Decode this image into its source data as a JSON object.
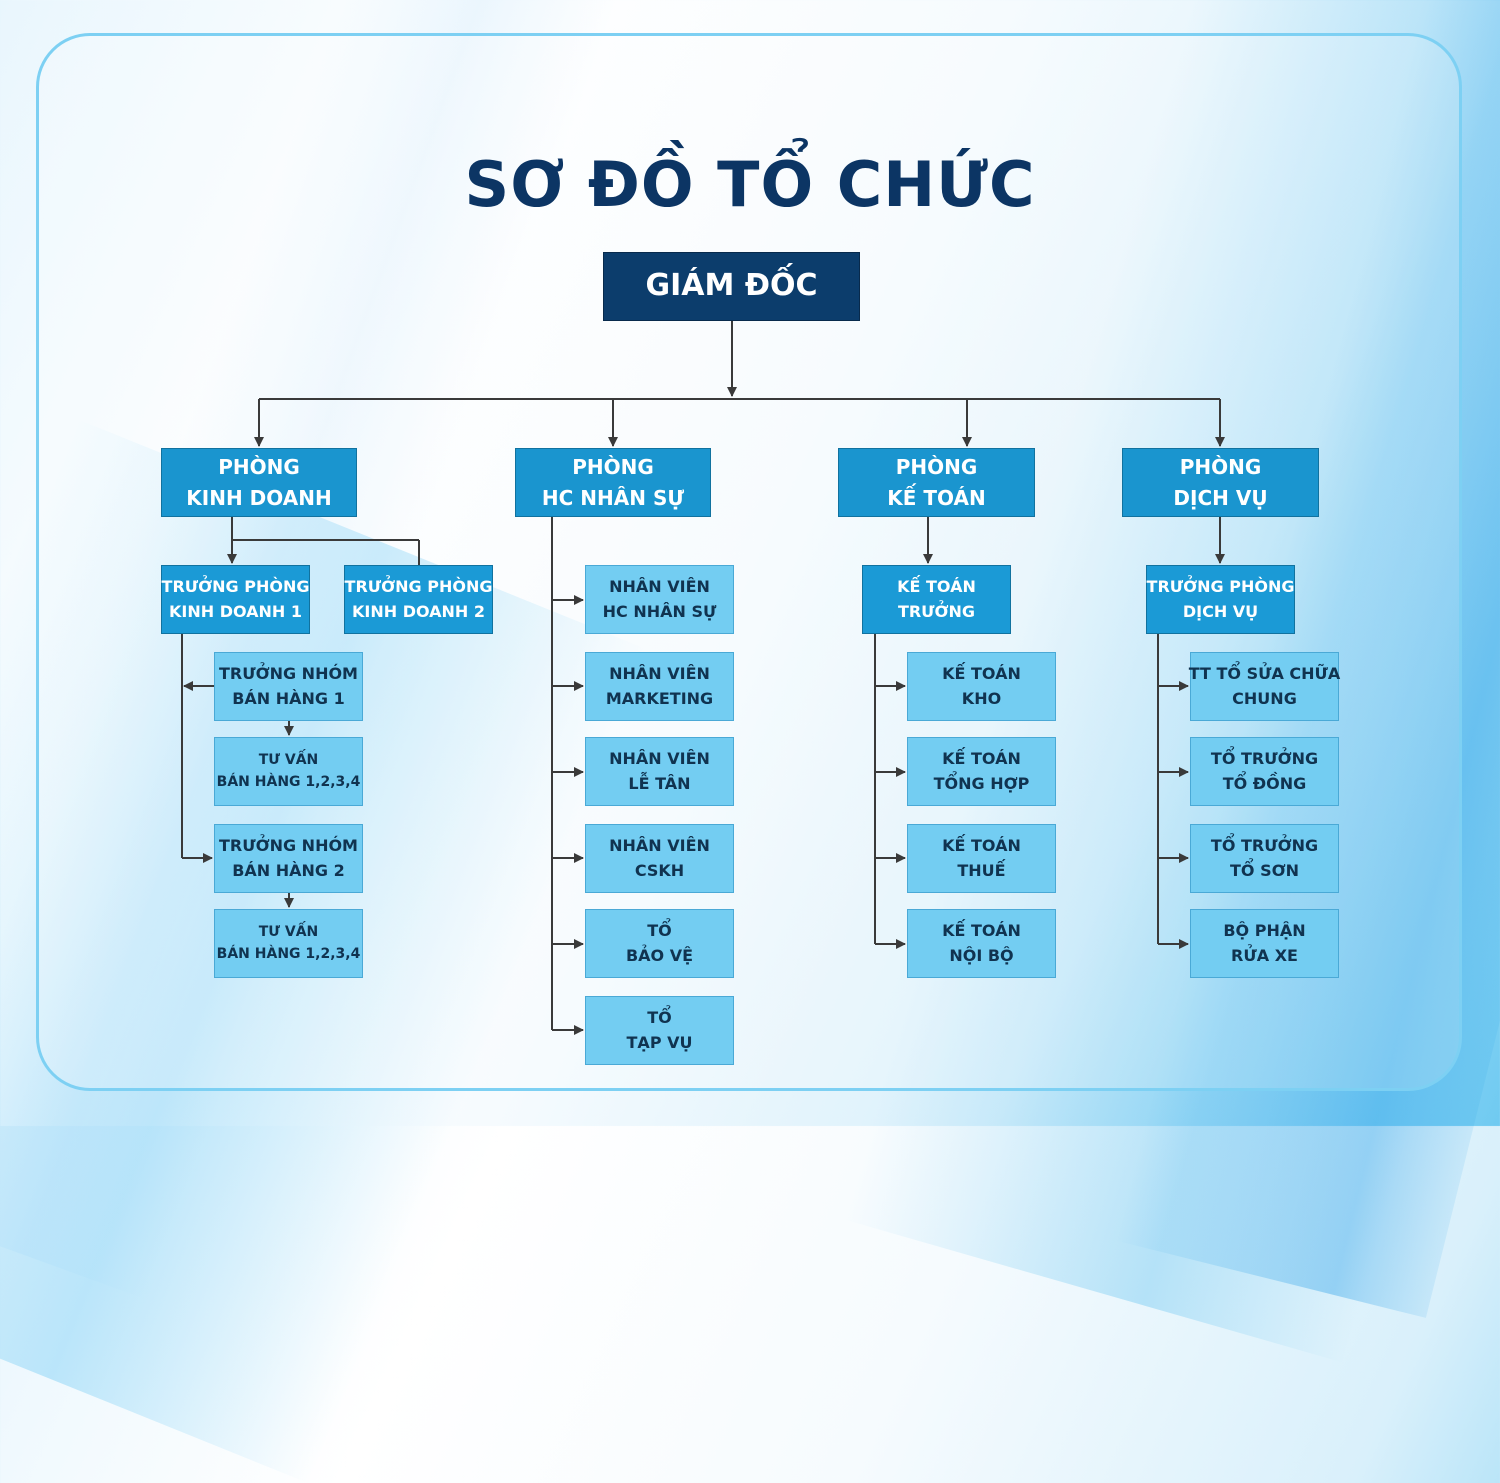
{
  "title": "SƠ ĐỒ TỔ CHỨC",
  "director": "GIÁM ĐỐC",
  "departments": {
    "sales": {
      "line1": "PHÒNG",
      "line2": "KINH DOANH",
      "manager1": {
        "line1": "TRƯỞNG PHÒNG",
        "line2": "KINH DOANH 1"
      },
      "manager2": {
        "line1": "TRƯỞNG PHÒNG",
        "line2": "KINH DOANH 2"
      },
      "team_lead1": {
        "line1": "TRƯỞNG NHÓM",
        "line2": "BÁN HÀNG 1"
      },
      "consult1": {
        "line1": "TƯ VẤN",
        "line2": "BÁN HÀNG 1,2,3,4"
      },
      "team_lead2": {
        "line1": "TRƯỞNG NHÓM",
        "line2": "BÁN HÀNG 2"
      },
      "consult2": {
        "line1": "TƯ VẤN",
        "line2": "BÁN HÀNG 1,2,3,4"
      }
    },
    "hr": {
      "line1": "PHÒNG",
      "line2": "HC NHÂN SỰ",
      "items": [
        {
          "line1": "NHÂN VIÊN",
          "line2": "HC NHÂN SỰ"
        },
        {
          "line1": "NHÂN VIÊN",
          "line2": "MARKETING"
        },
        {
          "line1": "NHÂN VIÊN",
          "line2": "LỄ TÂN"
        },
        {
          "line1": "NHÂN VIÊN",
          "line2": "CSKH"
        },
        {
          "line1": "TỔ",
          "line2": "BẢO VỆ"
        },
        {
          "line1": "TỔ",
          "line2": "TẠP VỤ"
        }
      ]
    },
    "accounting": {
      "line1": "PHÒNG",
      "line2": "KẾ TOÁN",
      "chief": {
        "line1": "KẾ TOÁN",
        "line2": "TRƯỞNG"
      },
      "items": [
        {
          "line1": "KẾ TOÁN",
          "line2": "KHO"
        },
        {
          "line1": "KẾ TOÁN",
          "line2": "TỔNG HỢP"
        },
        {
          "line1": "KẾ TOÁN",
          "line2": "THUẾ"
        },
        {
          "line1": "KẾ TOÁN",
          "line2": "NỘI BỘ"
        }
      ]
    },
    "service": {
      "line1": "PHÒNG",
      "line2": "DỊCH VỤ",
      "manager": {
        "line1": "TRƯỞNG PHÒNG",
        "line2": "DỊCH VỤ"
      },
      "items": [
        {
          "line1": "TT TỔ SỬA CHỮA",
          "line2": "CHUNG"
        },
        {
          "line1": "TỔ TRƯỞNG",
          "line2": "TỔ ĐỒNG"
        },
        {
          "line1": "TỔ TRƯỞNG",
          "line2": "TỔ SƠN"
        },
        {
          "line1": "BỘ PHẬN",
          "line2": "RỬA XE"
        }
      ]
    }
  },
  "colors": {
    "title": "#0c3564",
    "director_box": "#0c3d6c",
    "department_box": "#1a95cf",
    "manager_box": "#1b9ad6",
    "leaf_box": "#73cdf2",
    "connector": "#3a3a3a"
  }
}
